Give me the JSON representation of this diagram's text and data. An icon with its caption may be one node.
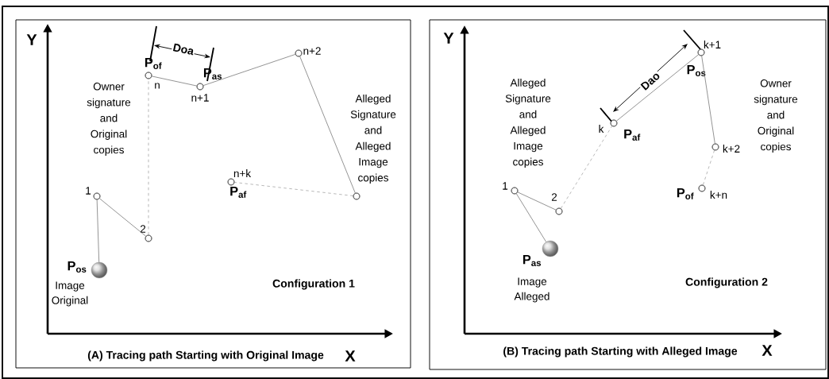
{
  "diagram": {
    "nodes": [
      {
        "text": [
          "(A) Tracing path Starting with Original Image"
        ]
      },
      {
        "text": [],
        "shape": "circle",
        "in": 0,
        "beside": [
          "P$_{os}$",
          "Image Original"
        ]
      },
      {
        "text": [],
        "shape": "circle",
        "in": 0,
        "beside": [
          "1"
        ]
      },
      {
        "text": [],
        "shape": "circle",
        "in": 0,
        "beside": [
          "2"
        ]
      },
      {
        "text": [],
        "shape": "circle",
        "in": 0,
        "beside": [
          "P$_{of}$",
          "n"
        ]
      },
      {
        "text": [],
        "shape": "circle",
        "in": 0,
        "beside": [
          "P$_{as}$",
          "n+1"
        ]
      },
      {
        "text": [],
        "shape": "circle",
        "in": 0,
        "beside": [
          "n+2"
        ]
      },
      {
        "text": [],
        "shape": "circle",
        "in": 0
      },
      {
        "text": [],
        "shape": "circle",
        "in": 0,
        "beside": [
          "n+k",
          "P$_{af}$"
        ]
      },
      {
        "text": [
          "(B) Tracing path Starting with Alleged Image"
        ]
      },
      {
        "text": [],
        "shape": "circle",
        "in": 9,
        "beside": [
          "P$_{as}$",
          "Image Alleged"
        ]
      },
      {
        "text": [],
        "shape": "circle",
        "in": 9,
        "beside": [
          "1"
        ]
      },
      {
        "text": [],
        "shape": "circle",
        "in": 9,
        "beside": [
          "2"
        ]
      },
      {
        "text": [],
        "shape": "circle",
        "in": 9,
        "beside": [
          "k",
          "P$_{af}$"
        ]
      },
      {
        "text": [],
        "shape": "circle",
        "in": 9,
        "beside": [
          "k+1",
          "P$_{os}$"
        ]
      },
      {
        "text": [],
        "shape": "circle",
        "in": 9,
        "beside": [
          "k+2"
        ]
      },
      {
        "text": [],
        "shape": "circle",
        "in": 9,
        "beside": [
          "P$_{of}$",
          "k+n"
        ]
      }
    ],
    "edges": [
      {
        "from": 1,
        "to": 2,
        "arrow": "none"
      },
      {
        "from": 2,
        "to": 3,
        "arrow": "none"
      },
      {
        "from": 3,
        "to": 4,
        "arrow": "none",
        "style": "dashed"
      },
      {
        "from": 4,
        "to": 5,
        "arrow": "none"
      },
      {
        "from": 5,
        "to": 6,
        "arrow": "none"
      },
      {
        "from": 6,
        "to": 7,
        "arrow": "none"
      },
      {
        "from": 7,
        "to": 8,
        "arrow": "none",
        "style": "dashed"
      },
      {
        "from": 10,
        "to": 11,
        "arrow": "none"
      },
      {
        "from": 11,
        "to": 12,
        "arrow": "none"
      },
      {
        "from": 12,
        "to": 13,
        "arrow": "none",
        "style": "dashed"
      },
      {
        "from": 13,
        "to": 14,
        "arrow": "none"
      },
      {
        "from": 14,
        "to": 15,
        "arrow": "none"
      },
      {
        "from": 15,
        "to": 16,
        "arrow": "none",
        "style": "dashed"
      }
    ],
    "labels": [
      "Y",
      "Doa",
      "Owner signature and Original copies",
      "Alleged Signature and Alleged Image copies",
      "Configuration 1",
      "X",
      "Y",
      "Dao",
      "Alleged Signature and Alleged Image copies",
      "Owner signature and Original copies",
      "Configuration 2",
      "X"
    ]
  }
}
